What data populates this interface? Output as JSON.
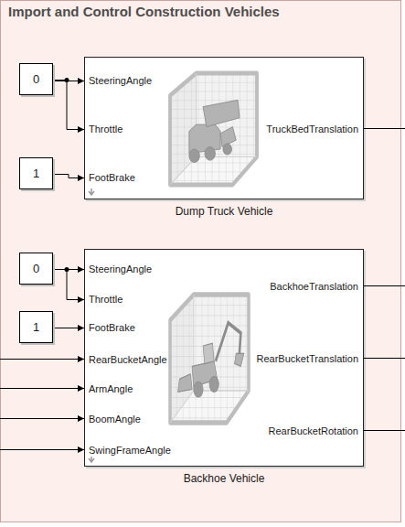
{
  "diagram": {
    "nodes": [
      {
        "text": [
          "Import and Control Construction Vehicles"
        ]
      },
      {
        "text": [
          "0"
        ],
        "in": 0
      },
      {
        "text": [
          "SteeringAngle",
          "Throttle",
          "FootBrake",
          "TruckBedTranslation",
          "Dump Truck Vehicle"
        ],
        "in": 0
      },
      {
        "text": [
          "1"
        ],
        "in": 0
      },
      {
        "text": [
          "0"
        ],
        "in": 0
      },
      {
        "text": [
          "SteeringAngle",
          "Throttle",
          "FootBrake",
          "RearBucketAngle",
          "ArmAngle",
          "BoomAngle",
          "SwingFrameAngle",
          "BackhoeTranslation",
          "RearBucketTranslation",
          "RearBucketRotation",
          "Backhoe Vehicle"
        ],
        "in": 0
      },
      {
        "text": [
          "1"
        ],
        "in": 0
      }
    ],
    "edges": [
      {
        "from": 1,
        "to": 2,
        "arrow": "to"
      },
      {
        "from": 1,
        "to": 2,
        "arrow": "to"
      },
      {
        "from": 3,
        "to": 2,
        "arrow": "to"
      },
      {
        "from": 4,
        "to": 5,
        "arrow": "to"
      },
      {
        "from": 4,
        "to": 5,
        "arrow": "to"
      },
      {
        "from": 6,
        "to": 5,
        "arrow": "to"
      }
    ]
  }
}
